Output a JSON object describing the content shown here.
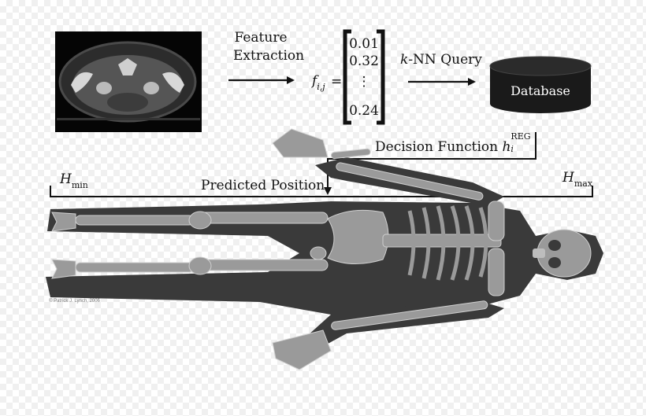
{
  "labels": {
    "feature_line1": "Feature",
    "feature_line2": "Extraction",
    "f_symbol": "f",
    "f_sub": "i,j",
    "equals": "=",
    "vector": [
      "0.01",
      "0.32",
      "⋮",
      "0.24"
    ],
    "knn_k": "k",
    "knn_rest": "-NN Query",
    "database": "Database",
    "decision_text": "Decision Function ",
    "h_symbol": "h",
    "h_sub": "i",
    "h_sup": "REG",
    "predicted_position": "Predicted Position",
    "hmin": "H",
    "hmin_sub": "min",
    "hmax": "H",
    "hmax_sub": "max",
    "credit": "© Patrick J. Lynch, 2006"
  },
  "colors": {
    "ink": "#111111",
    "silhouette": "#3a3a3a",
    "bone": "#9a9a9a",
    "bone_light": "#bdbdbd",
    "ct_background": "#050505",
    "database": "#1a1a1a"
  }
}
